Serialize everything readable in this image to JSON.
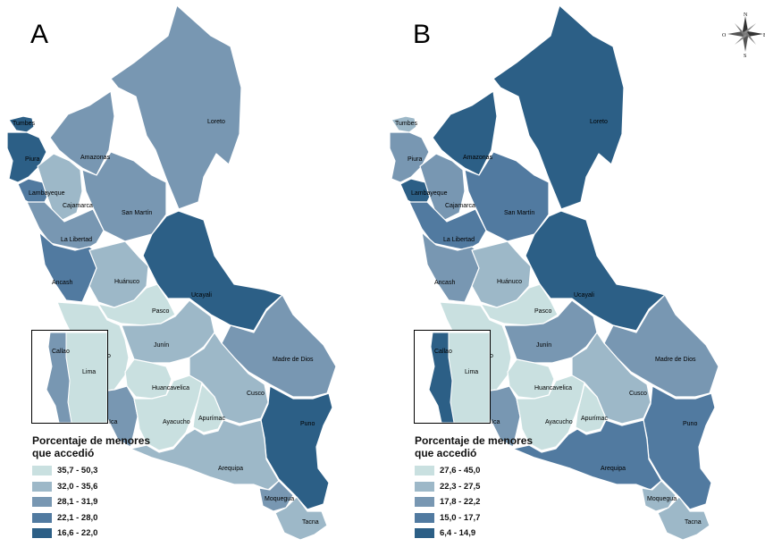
{
  "panel_a": {
    "letter": "A",
    "legend_title_line1": "Porcentaje de menores",
    "legend_title_line2": "que accedió",
    "legend": [
      {
        "label": "35,7 - 50,3",
        "color": "#c9e0e0"
      },
      {
        "label": "32,0 - 35,6",
        "color": "#9db8c8"
      },
      {
        "label": "28,1 - 31,9",
        "color": "#7897b2"
      },
      {
        "label": "22,1 - 28,0",
        "color": "#517aa0"
      },
      {
        "label": "16,6 - 22,0",
        "color": "#2c5f86"
      }
    ],
    "inset": {
      "callao": "Callao",
      "lima": "Lima"
    }
  },
  "panel_b": {
    "letter": "B",
    "legend_title_line1": "Porcentaje de menores",
    "legend_title_line2": "que accedió",
    "legend": [
      {
        "label": "27,6 - 45,0",
        "color": "#c9e0e0"
      },
      {
        "label": "22,3 - 27,5",
        "color": "#9db8c8"
      },
      {
        "label": "17,8 - 22,2",
        "color": "#7897b2"
      },
      {
        "label": "15,0 - 17,7",
        "color": "#517aa0"
      },
      {
        "label": "6,4 - 14,9",
        "color": "#2c5f86"
      }
    ],
    "inset": {
      "callao": "Callao",
      "lima": "Lima"
    }
  },
  "compass": {
    "n": "N",
    "s": "S",
    "e": "E",
    "o": "O"
  },
  "regions": {
    "tumbes": "Tumbes",
    "piura": "Piura",
    "lambayeque": "Lambayeque",
    "cajamarca": "Cajamarca",
    "amazonas": "Amazonas",
    "loreto": "Loreto",
    "san_martin": "San Martín",
    "la_libertad": "La Libertad",
    "ancash": "Ancash",
    "huanuco": "Huánuco",
    "ucayali": "Ucayali",
    "pasco": "Pasco",
    "callao": "Callao",
    "lima": "Lima",
    "junin": "Junín",
    "madre_de_dios": "Madre de Dios",
    "huancavelica": "Huancavelica",
    "cusco": "Cusco",
    "ica": "Ica",
    "ayacucho": "Ayacucho",
    "apurimac": "Apurímac",
    "puno": "Puno",
    "arequipa": "Arequipa",
    "moquegua": "Moquegua",
    "tacna": "Tacna"
  },
  "region_classes": {
    "a": {
      "tumbes": 4,
      "piura": 4,
      "lambayeque": 3,
      "cajamarca": 1,
      "amazonas": 2,
      "loreto": 2,
      "san_martin": 2,
      "la_libertad": 2,
      "ancash": 3,
      "huanuco": 1,
      "ucayali": 4,
      "pasco": 0,
      "lima": 0,
      "junin": 1,
      "madre_de_dios": 2,
      "huancavelica": 0,
      "cusco": 1,
      "ica": 2,
      "ayacucho": 0,
      "apurimac": 0,
      "puno": 4,
      "arequipa": 1,
      "moquegua": 2,
      "tacna": 1
    },
    "b": {
      "tumbes": 1,
      "piura": 2,
      "lambayeque": 4,
      "cajamarca": 2,
      "amazonas": 4,
      "loreto": 4,
      "san_martin": 3,
      "la_libertad": 3,
      "ancash": 2,
      "huanuco": 1,
      "ucayali": 4,
      "pasco": 0,
      "lima": 0,
      "junin": 2,
      "madre_de_dios": 2,
      "huancavelica": 0,
      "cusco": 1,
      "ica": 2,
      "ayacucho": 0,
      "apurimac": 0,
      "puno": 3,
      "arequipa": 3,
      "moquegua": 1,
      "tacna": 1
    }
  }
}
